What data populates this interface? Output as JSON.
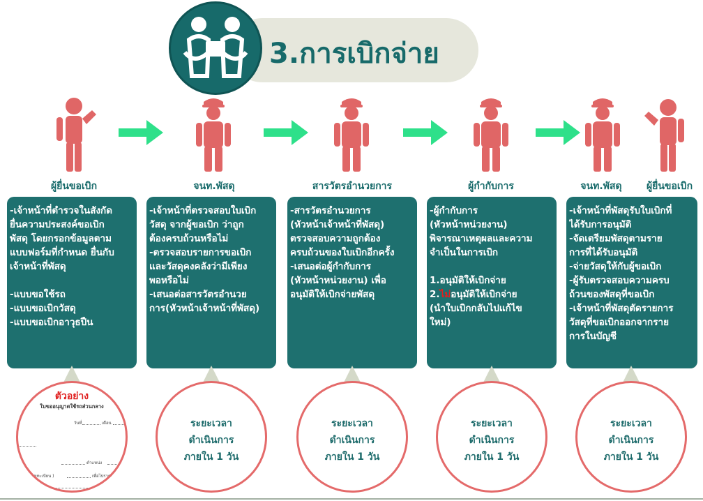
{
  "header": {
    "title": "3.การเบิกจ่าย"
  },
  "roles": [
    "ผู้ยื่นขอเบิก",
    "จนท.พัสดุ",
    "สารวัตรอำนวยการ",
    "ผู้กำกับการ",
    "จนท.พัสดุ",
    "ผู้ยื่นขอเบิก"
  ],
  "steps": [
    {
      "lines": [
        "-เจ้าหน้าที่ตำรวจในสังกัด",
        "ยื่นความประสงค์ขอเบิก",
        "พัสดุ โดยกรอกข้อมูลตาม",
        "แบบฟอร์มที่กำหนด ยื่นกับ",
        "เจ้าหน้าที่พัสดุ",
        "",
        "-แบบขอใช้รถ",
        "-แบบขอเบิกวัสดุ",
        "-แบบขอเบิกอาวุธปืน"
      ]
    },
    {
      "lines": [
        "-เจ้าหน้าที่ตรวจสอบใบเบิก",
        "วัสดุ จากผู้ขอเบิก ว่าถูก",
        "ต้องครบถ้วนหรือไม่",
        "-ตรวจสอบรายการขอเบิก",
        "และวัสดุคงคลังว่ามีเพียง",
        "พอหรือไม่",
        "-เสนอต่อสารวัตรอำนวย",
        "การ(หัวหน้าเจ้าหน้าที่พัสดุ)"
      ]
    },
    {
      "lines": [
        "-สารวัตรอำนวยการ",
        "(หัวหน้าเจ้าหน้าที่พัสดุ)",
        "ตรวจสอบความถูกต้อง",
        "ครบถ้วนของใบเบิกอีกครั้ง",
        "-เสนอต่อผู้กำกับการ",
        "(หัวหน้าหน่วยงาน) เพื่อ",
        "อนุมัติให้เบิกจ่ายพัสดุ"
      ]
    },
    {
      "lines": [
        "-ผู้กำกับการ",
        "(หัวหน้าหน่วยงาน)",
        "พิจารณาเหตุผลและความ",
        "จำเป็นในการเบิก",
        ""
      ],
      "opt1": " 1.อนุมัติให้เบิกจ่าย",
      "opt2_num": " 2.",
      "opt2_red": "ไม่",
      "opt2_rest": "อนุมัติให้เบิกจ่าย",
      "opt3a": "(นำใบเบิกกลับไปแก้ไข",
      "opt3b": "ใหม่)"
    },
    {
      "lines": [
        "-เจ้าหน้าที่พัสดุรับใบเบิกที่",
        "ได้รับการอนุมัติ",
        "-จัดเตรียมพัสดุตามราย",
        "การที่ได้รับอนุมัติ",
        "-จ่ายวัสดุให้กับผู้ขอเบิก",
        "-ผู้รับตรวจสอบความครบ",
        "ถ้วนของพัสดุที่ขอเบิก",
        "-เจ้าหน้าที่พัสดุตัดรายการ",
        "วัสดุที่ขอเบิกออกจากราย",
        "การในบัญชี"
      ]
    }
  ],
  "duration": {
    "line1": "ระยะเวลา",
    "line2": "ดำเนินการ",
    "line3": "ภายใน 1 วัน"
  },
  "example": {
    "title": "ตัวอย่าง",
    "subtitle": "ใบขออนุญาตใช้รถส่วนกลาง",
    "date_label": "วันที่",
    "month_label": "เดือน",
    "position_label": "ตำแหน่ง",
    "plate_label": "หมายเลขทะเบียน )",
    "purpose_label": "เพื่อไปราชก"
  },
  "colors": {
    "teal": "#1e706f",
    "figure": "#e06666",
    "arrow": "#2ee08a",
    "circle_border": "#e46a6a"
  }
}
